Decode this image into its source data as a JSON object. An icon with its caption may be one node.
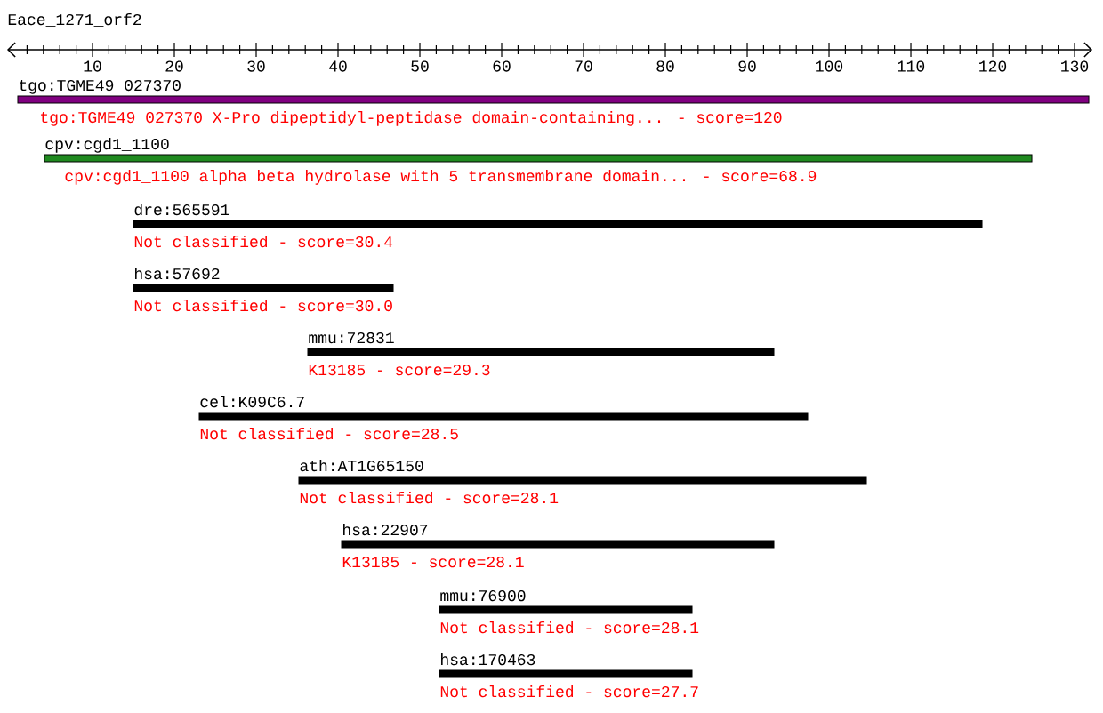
{
  "diagram": {
    "title": "Eace_1271_orf2",
    "nodes": [
      {
        "text": [
          "tgo:TGME49_027370",
          "tgo:TGME49_027370  X-Pro dipeptidyl-peptidase domain-containing... - score=120"
        ]
      },
      {
        "text": [
          "cpv:cgd1_1100",
          "cpv:cgd1_1100  alpha beta hydrolase with 5 transmembrane domain... - score=68.9"
        ]
      },
      {
        "text": [
          "dre:565591",
          "Not classified - score=30.4"
        ]
      },
      {
        "text": [
          "hsa:57692",
          "Not classified - score=30.0"
        ]
      },
      {
        "text": [
          "mmu:72831",
          "K13185 - score=29.3"
        ]
      },
      {
        "text": [
          "cel:K09C6.7",
          "Not classified - score=28.5"
        ]
      },
      {
        "text": [
          "ath:AT1G65150",
          "Not classified - score=28.1"
        ]
      },
      {
        "text": [
          "hsa:22907",
          "K13185 - score=28.1"
        ]
      },
      {
        "text": [
          "mmu:76900",
          "Not classified - score=28.1"
        ]
      },
      {
        "text": [
          "hsa:170463",
          "Not classified - score=27.7"
        ]
      }
    ],
    "labels": [
      "10",
      "20",
      "30",
      "40",
      "50",
      "60",
      "70",
      "80",
      "90",
      "100",
      "110",
      "120",
      "130"
    ]
  }
}
